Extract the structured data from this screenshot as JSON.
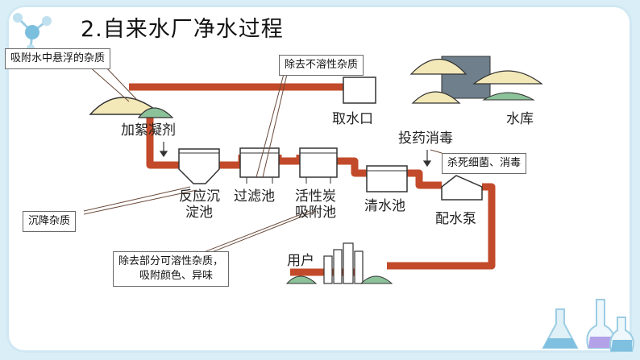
{
  "title": "2.自来水厂净水过程",
  "labels": {
    "coagulant": "加絮凝剂",
    "intake": "取水口",
    "reservoir": "水库",
    "disinfect": "投药消毒",
    "sedimentation_1": "反应沉",
    "sedimentation_2": "淀池",
    "filter": "过滤池",
    "carbon_1": "活性炭",
    "carbon_2": "吸附池",
    "clear_water": "清水池",
    "pump": "配水泵",
    "user": "用户"
  },
  "callouts": {
    "suspended": "吸附水中悬浮的杂质",
    "insoluble": "除去不溶性杂质",
    "sterilize": "杀死细菌、消毒",
    "settle": "沉降杂质",
    "soluble_1": "除去部分可溶性杂质，",
    "soluble_2": "吸附颜色、异味"
  },
  "colors": {
    "pipe": "#c24a2a",
    "frame_bg": "#d9eef7",
    "hill": "#f3e9b8",
    "shrub": "#8cc29a"
  }
}
